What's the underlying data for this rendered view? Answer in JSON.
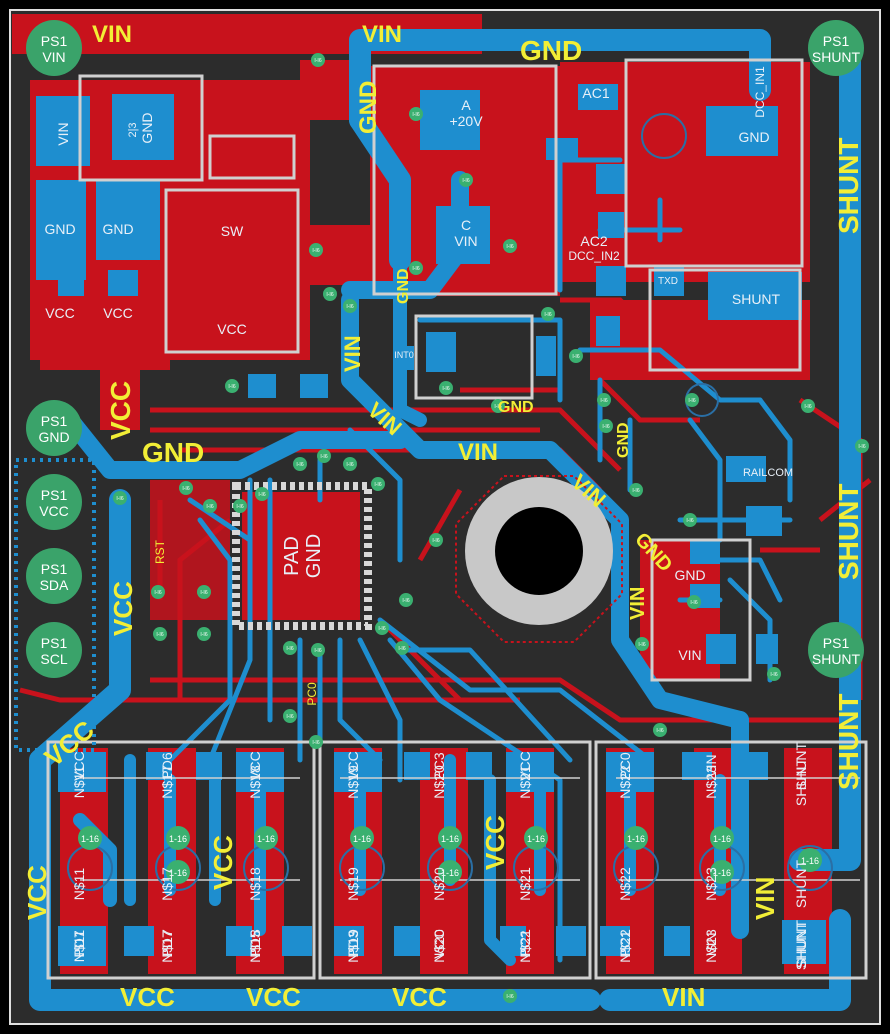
{
  "colors": {
    "background": "#000000",
    "board": "#2c2c2c",
    "top_copper": "#c8121c",
    "bottom_copper": "#1e8ecf",
    "silkscreen": "#f2ee36",
    "outline": "#d0d0d0",
    "via": "#3ab070",
    "pad_text": "#e8f0f8"
  },
  "corner_pads": [
    {
      "top": "PS1",
      "bottom": "VIN"
    },
    {
      "top": "PS1",
      "bottom": "SHUNT"
    },
    {
      "top": "PS1",
      "bottom": "GND"
    },
    {
      "top": "PS1",
      "bottom": "VCC"
    },
    {
      "top": "PS1",
      "bottom": "SDA"
    },
    {
      "top": "PS1",
      "bottom": "SCL"
    },
    {
      "top": "PS1",
      "bottom": "SHUNT"
    }
  ],
  "net_labels": {
    "vin_top_left": "VIN",
    "vin_top_mid": "VIN",
    "gnd_top": "GND",
    "gnd_vertical_left": "GND",
    "shunt_right_1": "SHUNT",
    "shunt_right_2": "SHUNT",
    "shunt_right_3": "SHUNT",
    "vcc_left_1": "VCC",
    "gnd_mid": "GND",
    "vin_mid": "VIN",
    "vin_diag_1": "VIN",
    "vin_diag_2": "VIN",
    "vin_diag_3": "VIN",
    "gnd_diag": "GND",
    "vcc_left_2": "VCC",
    "vcc_left_diag": "VCC",
    "vcc_left_3": "VCC",
    "vcc_bottom_1": "VCC",
    "vcc_bottom_2": "VCC",
    "vcc_bottom_3": "VCC",
    "vin_bottom": "VIN",
    "vcc_mid_1": "VCC",
    "vcc_mid_2": "VCC",
    "vin_right_vert": "VIN",
    "gnd_small": "GND",
    "vin_small": "VIN",
    "gnd_vert_2": "GND",
    "gnd_vert_3": "GND"
  },
  "pad_labels": {
    "reg_vin": "VIN",
    "reg_gnd": "GND",
    "reg_gnd_pin": "2|3",
    "gnd_1": "GND",
    "gnd_2": "GND",
    "vcc_1": "VCC",
    "vcc_2": "VCC",
    "sw_top": "SW",
    "sw_bottom": "VCC",
    "bridge_plus": "+20V",
    "bridge_vin": "VIN",
    "bridge_c": "C",
    "bridge_a": "A",
    "ac1": "AC1",
    "ac2": "AC2",
    "dcc_in1": "DCC_IN1",
    "dcc_in2": "DCC_IN2",
    "gnd_right": "GND",
    "shunt_pad": "SHUNT",
    "pad_gnd": "PAD\nGND",
    "pad_text_1": "PAD",
    "pad_text_2": "GND",
    "rst": "RST",
    "pc0": "PC0",
    "railcom": "RAILCOM",
    "int0": "INT0",
    "txd": "TXD",
    "gnd_mod": "GND",
    "vin_mod": "VIN"
  },
  "relay_labels": [
    {
      "ref": "N$11",
      "net": "VCC",
      "pin": "PD7"
    },
    {
      "ref": "N$17",
      "net": "PD6",
      "pin": "PD7"
    },
    {
      "ref": "N$18",
      "net": "VCC",
      "pin": "PD5"
    },
    {
      "ref": "N$19",
      "net": "VCC",
      "pin": "PD3"
    },
    {
      "ref": "N$20",
      "net": "PC3",
      "pin": "VCC"
    },
    {
      "ref": "N$21",
      "net": "VCC",
      "pin": "PC2"
    },
    {
      "ref": "N$22",
      "net": "PC0",
      "pin": "PC1"
    },
    {
      "ref": "N$23",
      "net": "VIN",
      "pin": "VIN"
    },
    {
      "ref": "SHUNT",
      "net": "SHUNT",
      "pin": "SHUNT"
    }
  ],
  "via_text": "1-16",
  "small_via_text": "I-I6"
}
